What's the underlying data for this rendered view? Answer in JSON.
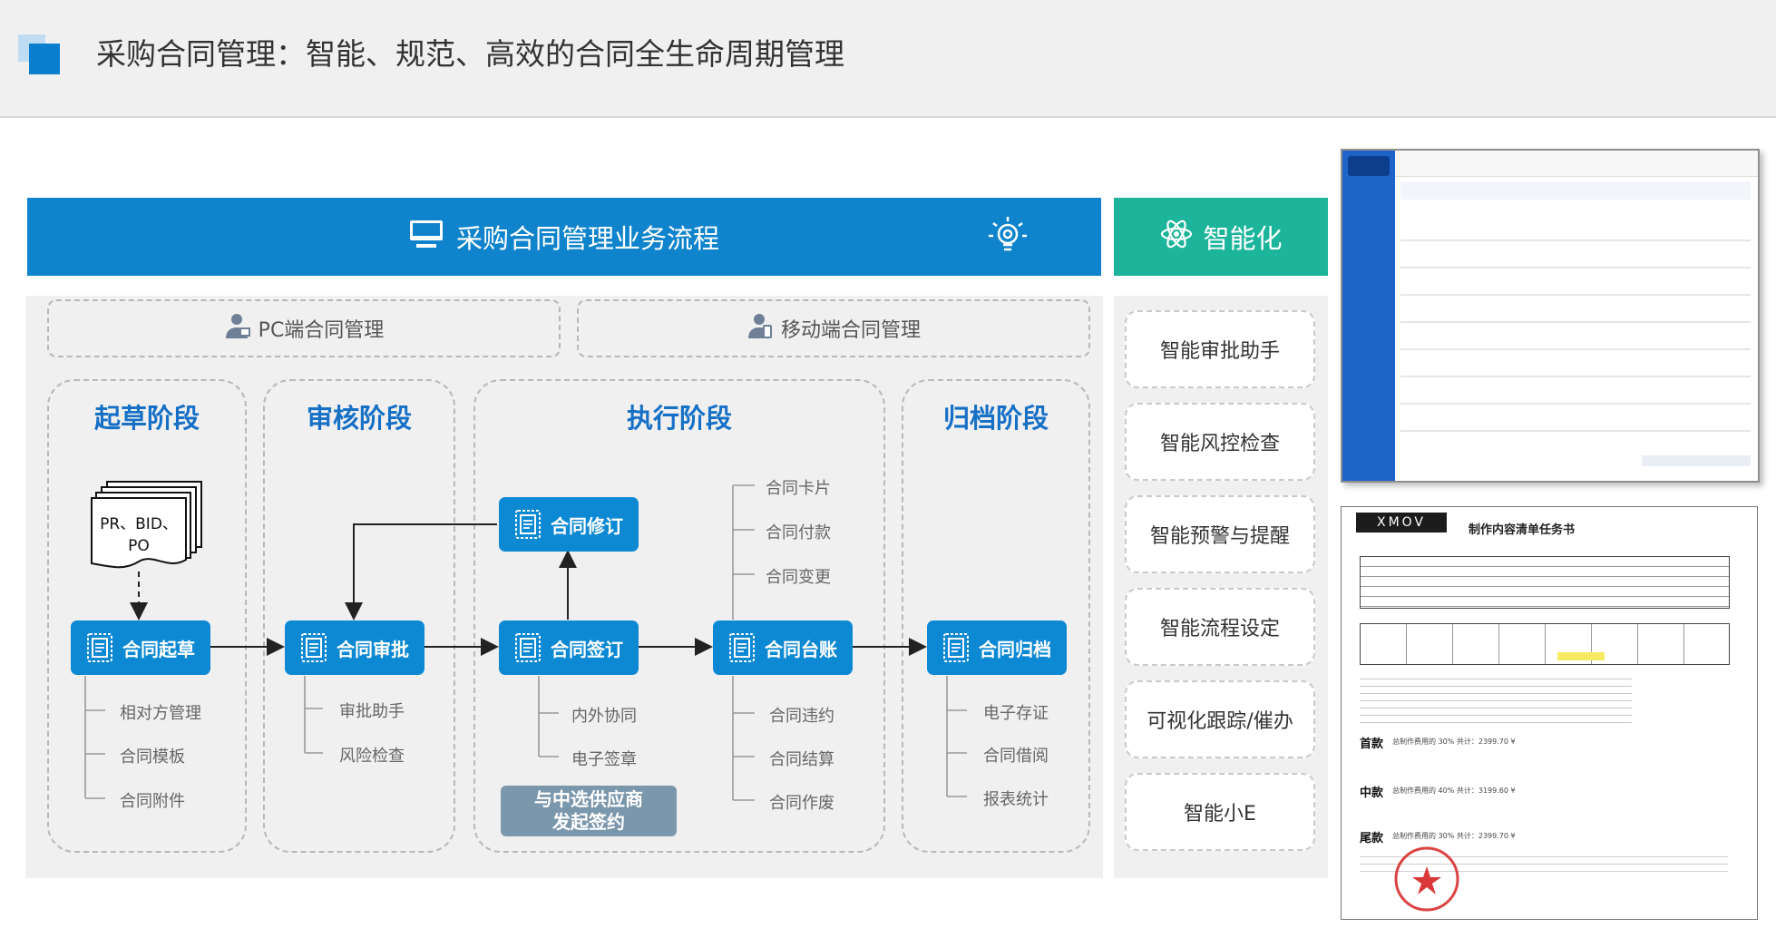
{
  "header": {
    "title": "采购合同管理：智能、规范、高效的合同全生命周期管理"
  },
  "flow_bar": {
    "title": "采购合同管理业务流程"
  },
  "smart_bar": {
    "title": "智能化"
  },
  "channels": {
    "pc": "PC端合同管理",
    "mobile": "移动端合同管理"
  },
  "stages": {
    "draft": "起草阶段",
    "review": "审核阶段",
    "execute": "执行阶段",
    "archive": "归档阶段"
  },
  "doc_pile": {
    "line1": "PR、BID、",
    "line2": "PO"
  },
  "nodes": {
    "draft": "合同起草",
    "approve": "合同审批",
    "sign": "合同签订",
    "revise": "合同修订",
    "ledger": "合同台账",
    "archive": "合同归档"
  },
  "draft_items": [
    "相对方管理",
    "合同模板",
    "合同附件"
  ],
  "approve_items": [
    "审批助手",
    "风险检查"
  ],
  "sign_items": [
    "内外协同",
    "电子签章"
  ],
  "ledger_top_items": [
    "合同卡片",
    "合同付款",
    "合同变更"
  ],
  "ledger_bottom_items": [
    "合同违约",
    "合同结算",
    "合同作废"
  ],
  "archive_items": [
    "电子存证",
    "合同借阅",
    "报表统计"
  ],
  "supplier_node": {
    "line1": "与中选供应商",
    "line2": "发起签约"
  },
  "smart_items": [
    "智能审批助手",
    "智能风控检查",
    "智能预警与提醒",
    "智能流程设定",
    "可视化跟踪/催办",
    "智能小E"
  ],
  "doc_sheet": {
    "brand": "XMOV",
    "title": "制作内容清单任务书",
    "rows": [
      {
        "label": "首款",
        "desc": "总制作费用的 30%  共计：2399.70 ¥"
      },
      {
        "label": "中款",
        "desc": "总制作费用的 40%  共计：3199.60 ¥"
      },
      {
        "label": "尾款",
        "desc": "总制作费用的 30%  共计：2399.70 ¥"
      }
    ]
  },
  "colors": {
    "primary": "#0f84cc",
    "node": "#0d89d3",
    "smart": "#1cb59b",
    "stage_title": "#1670c6",
    "gray_node": "#7b97ac"
  }
}
